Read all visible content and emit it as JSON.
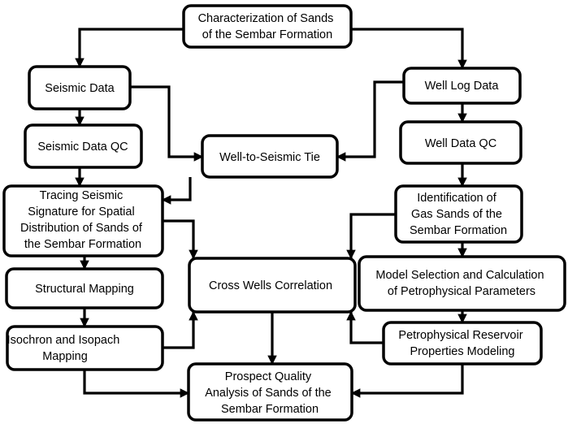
{
  "nodes": {
    "characterization": [
      "Characterization of Sands",
      "of the Sembar Formation"
    ],
    "seismic_data": [
      "Seismic Data"
    ],
    "well_log_data": [
      "Well Log Data"
    ],
    "seismic_qc": [
      "Seismic Data QC"
    ],
    "well_to_seismic_tie": [
      "Well-to-Seismic Tie"
    ],
    "well_data_qc": [
      "Well Data QC"
    ],
    "tracing_signature": [
      "Tracing Seismic",
      "Signature for Spatial",
      "Distribution of Sands of",
      "the Sembar Formation"
    ],
    "gas_sands": [
      "Identification of",
      "Gas Sands of the",
      "Sembar Formation"
    ],
    "structural_mapping": [
      "Structural Mapping"
    ],
    "cross_wells": [
      "Cross Wells Correlation"
    ],
    "model_selection": [
      "Model Selection and Calculation",
      "of Petrophysical Parameters"
    ],
    "isochron_isopach": [
      "Isochron and Isopach",
      "Mapping"
    ],
    "reservoir_modeling": [
      "Petrophysical Reservoir",
      "Properties Modeling"
    ],
    "prospect_quality": [
      "Prospect Quality",
      "Analysis of Sands of the",
      "Sembar Formation"
    ]
  }
}
